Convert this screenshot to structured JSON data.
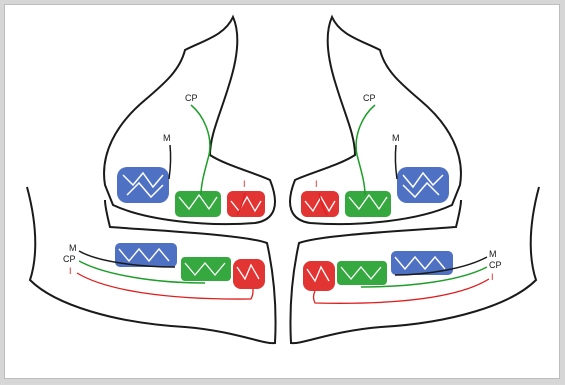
{
  "labels": {
    "left_upper": {
      "cp": "CP",
      "m": "M",
      "i": "I"
    },
    "right_upper": {
      "cp": "CP",
      "m": "M",
      "i": "I"
    },
    "left_lower": {
      "m": "M",
      "cp": "CP",
      "i": "I"
    },
    "right_lower": {
      "m": "M",
      "cp": "CP",
      "i": "I"
    }
  },
  "colors": {
    "outline": "#1a1a1a",
    "molar_blue": "#2f58b8",
    "premolar_green": "#1f9e2a",
    "incisor_red": "#e01e1e",
    "frame_gray": "#d6d6d6"
  }
}
